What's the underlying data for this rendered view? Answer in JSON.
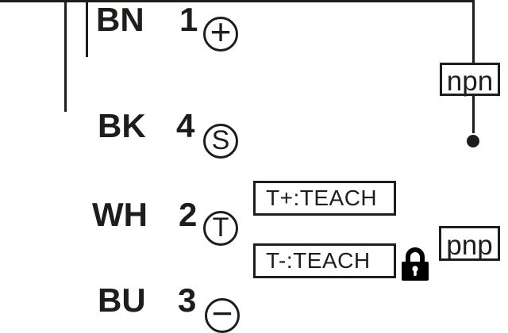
{
  "diagram": {
    "title": "sensor-wiring-diagram",
    "wires": [
      {
        "color_code": "BN",
        "pin": "1",
        "symbol": "+",
        "symbol_meaning": "plus-supply"
      },
      {
        "color_code": "BK",
        "pin": "4",
        "symbol": "S",
        "symbol_meaning": "switching-output"
      },
      {
        "color_code": "WH",
        "pin": "2",
        "symbol": "T",
        "symbol_meaning": "teach-input"
      },
      {
        "color_code": "BU",
        "pin": "3",
        "symbol": "−",
        "symbol_meaning": "minus-supply"
      }
    ],
    "outputs": {
      "npn_label": "npn",
      "pnp_label": "pnp"
    },
    "teach_labels": {
      "t_plus": "T+:TEACH",
      "t_minus": "T-:TEACH"
    },
    "icons": {
      "lock": "teach-locked"
    },
    "colors": {
      "line": "#1d1d1b",
      "background": "#ffffff"
    }
  }
}
